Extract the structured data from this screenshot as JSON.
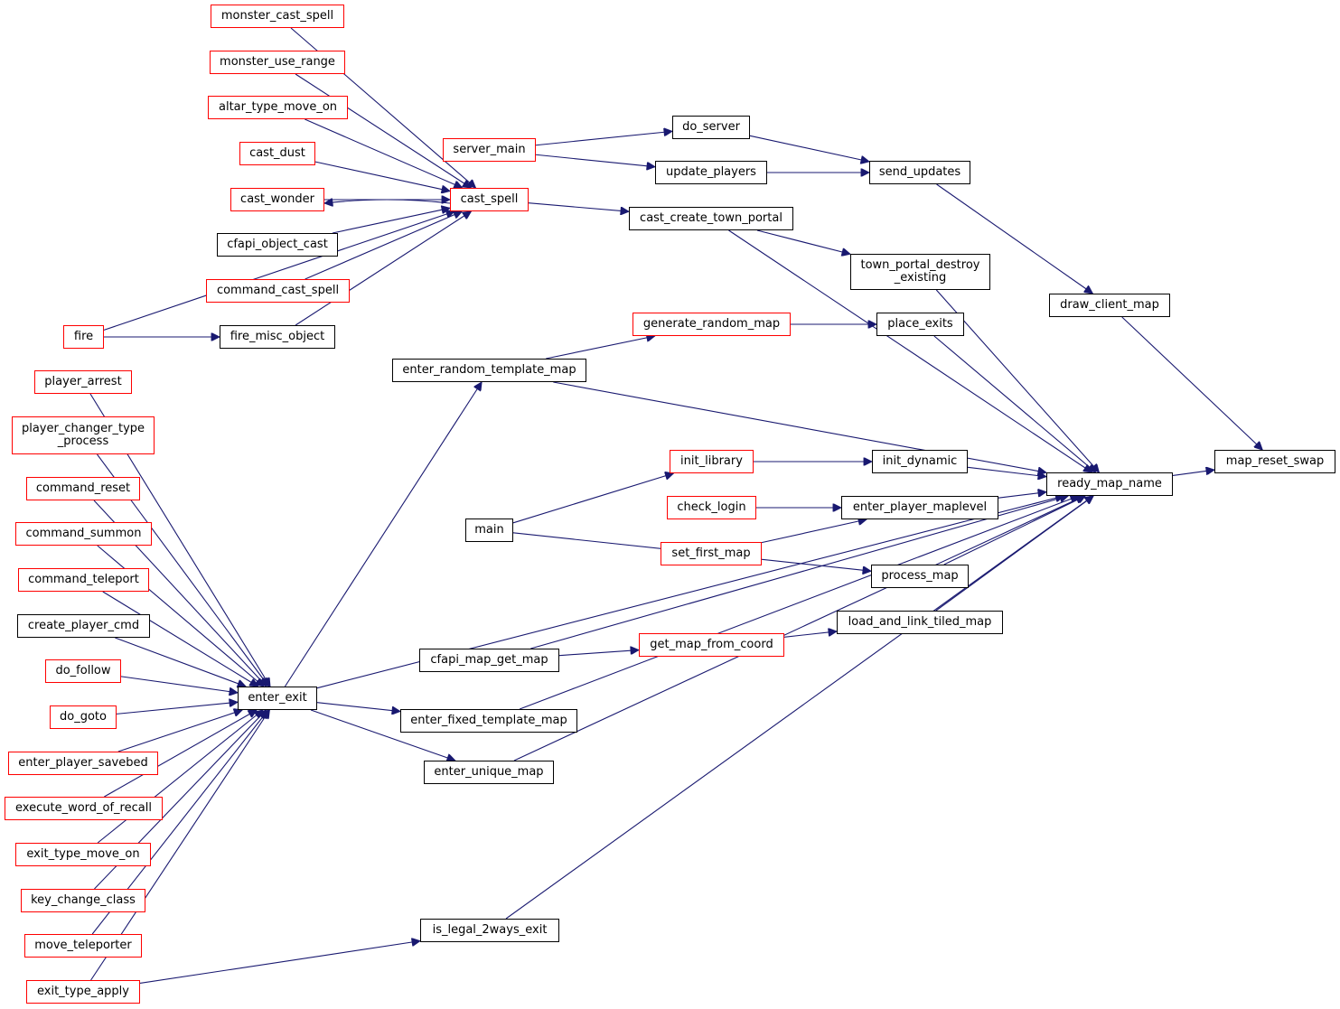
{
  "colors": {
    "edge": "#191970",
    "node_border": "#000000",
    "truncated_border": "#ff0000",
    "root_fill": "#bfbfbf"
  },
  "nodes": {
    "map_reset_swap": {
      "label": "map_reset_swap",
      "style": "root"
    },
    "ready_map_name": {
      "label": "ready_map_name",
      "style": "black"
    },
    "draw_client_map": {
      "label": "draw_client_map",
      "style": "black"
    },
    "send_updates": {
      "label": "send_updates",
      "style": "black"
    },
    "do_server": {
      "label": "do_server",
      "style": "black"
    },
    "update_players": {
      "label": "update_players",
      "style": "black"
    },
    "server_main": {
      "label": "server_main",
      "style": "red"
    },
    "cast_create_town_portal": {
      "label": "cast_create_town_portal",
      "style": "black"
    },
    "cast_spell": {
      "label": "cast_spell",
      "style": "red"
    },
    "town_portal_destroy_existing": {
      "label": "town_portal_destroy\n_existing",
      "style": "black"
    },
    "monster_cast_spell": {
      "label": "monster_cast_spell",
      "style": "red"
    },
    "monster_use_range": {
      "label": "monster_use_range",
      "style": "red"
    },
    "altar_type_move_on": {
      "label": "altar_type_move_on",
      "style": "red"
    },
    "cast_dust": {
      "label": "cast_dust",
      "style": "red"
    },
    "cast_wonder": {
      "label": "cast_wonder",
      "style": "red"
    },
    "cfapi_object_cast": {
      "label": "cfapi_object_cast",
      "style": "black"
    },
    "command_cast_spell": {
      "label": "command_cast_spell",
      "style": "red"
    },
    "fire": {
      "label": "fire",
      "style": "red"
    },
    "fire_misc_object": {
      "label": "fire_misc_object",
      "style": "black"
    },
    "generate_random_map": {
      "label": "generate_random_map",
      "style": "red"
    },
    "place_exits": {
      "label": "place_exits",
      "style": "black"
    },
    "enter_random_template_map": {
      "label": "enter_random_template_map",
      "style": "black"
    },
    "init_library": {
      "label": "init_library",
      "style": "red"
    },
    "init_dynamic": {
      "label": "init_dynamic",
      "style": "black"
    },
    "check_login": {
      "label": "check_login",
      "style": "red"
    },
    "enter_player_maplevel": {
      "label": "enter_player_maplevel",
      "style": "black"
    },
    "main": {
      "label": "main",
      "style": "black"
    },
    "set_first_map": {
      "label": "set_first_map",
      "style": "red"
    },
    "process_map": {
      "label": "process_map",
      "style": "black"
    },
    "load_and_link_tiled_map": {
      "label": "load_and_link_tiled_map",
      "style": "black"
    },
    "get_map_from_coord": {
      "label": "get_map_from_coord",
      "style": "red"
    },
    "cfapi_map_get_map": {
      "label": "cfapi_map_get_map",
      "style": "black"
    },
    "enter_exit": {
      "label": "enter_exit",
      "style": "black"
    },
    "enter_fixed_template_map": {
      "label": "enter_fixed_template_map",
      "style": "black"
    },
    "enter_unique_map": {
      "label": "enter_unique_map",
      "style": "black"
    },
    "is_legal_2ways_exit": {
      "label": "is_legal_2ways_exit",
      "style": "black"
    },
    "player_arrest": {
      "label": "player_arrest",
      "style": "red"
    },
    "player_changer_type_process": {
      "label": "player_changer_type\n_process",
      "style": "red"
    },
    "command_reset": {
      "label": "command_reset",
      "style": "red"
    },
    "command_summon": {
      "label": "command_summon",
      "style": "red"
    },
    "command_teleport": {
      "label": "command_teleport",
      "style": "red"
    },
    "create_player_cmd": {
      "label": "create_player_cmd",
      "style": "black"
    },
    "do_follow": {
      "label": "do_follow",
      "style": "red"
    },
    "do_goto": {
      "label": "do_goto",
      "style": "red"
    },
    "enter_player_savebed": {
      "label": "enter_player_savebed",
      "style": "red"
    },
    "execute_word_of_recall": {
      "label": "execute_word_of_recall",
      "style": "red"
    },
    "exit_type_move_on": {
      "label": "exit_type_move_on",
      "style": "red"
    },
    "key_change_class": {
      "label": "key_change_class",
      "style": "red"
    },
    "move_teleporter": {
      "label": "move_teleporter",
      "style": "red"
    },
    "exit_type_apply": {
      "label": "exit_type_apply",
      "style": "red"
    }
  },
  "edges": [
    [
      "ready_map_name",
      "map_reset_swap"
    ],
    [
      "draw_client_map",
      "map_reset_swap"
    ],
    [
      "send_updates",
      "draw_client_map"
    ],
    [
      "do_server",
      "send_updates"
    ],
    [
      "update_players",
      "send_updates"
    ],
    [
      "server_main",
      "do_server"
    ],
    [
      "server_main",
      "update_players"
    ],
    [
      "cast_create_town_portal",
      "ready_map_name"
    ],
    [
      "cast_spell",
      "cast_create_town_portal"
    ],
    [
      "cast_create_town_portal",
      "town_portal_destroy_existing"
    ],
    [
      "town_portal_destroy_existing",
      "ready_map_name"
    ],
    [
      "monster_cast_spell",
      "cast_spell"
    ],
    [
      "monster_use_range",
      "cast_spell"
    ],
    [
      "altar_type_move_on",
      "cast_spell"
    ],
    [
      "cast_dust",
      "cast_spell"
    ],
    [
      "cast_wonder",
      "cast_spell"
    ],
    [
      "cast_spell",
      "cast_wonder"
    ],
    [
      "cfapi_object_cast",
      "cast_spell"
    ],
    [
      "command_cast_spell",
      "cast_spell"
    ],
    [
      "fire_misc_object",
      "cast_spell"
    ],
    [
      "fire",
      "fire_misc_object"
    ],
    [
      "fire",
      "cast_spell"
    ],
    [
      "generate_random_map",
      "place_exits"
    ],
    [
      "place_exits",
      "ready_map_name"
    ],
    [
      "enter_random_template_map",
      "generate_random_map"
    ],
    [
      "enter_random_template_map",
      "ready_map_name"
    ],
    [
      "enter_exit",
      "enter_random_template_map"
    ],
    [
      "enter_exit",
      "ready_map_name"
    ],
    [
      "init_library",
      "init_dynamic"
    ],
    [
      "init_dynamic",
      "ready_map_name"
    ],
    [
      "main",
      "init_library"
    ],
    [
      "main",
      "process_map"
    ],
    [
      "check_login",
      "enter_player_maplevel"
    ],
    [
      "set_first_map",
      "enter_player_maplevel"
    ],
    [
      "enter_player_maplevel",
      "ready_map_name"
    ],
    [
      "process_map",
      "ready_map_name"
    ],
    [
      "load_and_link_tiled_map",
      "ready_map_name"
    ],
    [
      "get_map_from_coord",
      "load_and_link_tiled_map"
    ],
    [
      "cfapi_map_get_map",
      "get_map_from_coord"
    ],
    [
      "cfapi_map_get_map",
      "ready_map_name"
    ],
    [
      "enter_exit",
      "enter_fixed_template_map"
    ],
    [
      "enter_fixed_template_map",
      "ready_map_name"
    ],
    [
      "enter_exit",
      "enter_unique_map"
    ],
    [
      "enter_unique_map",
      "ready_map_name"
    ],
    [
      "is_legal_2ways_exit",
      "ready_map_name"
    ],
    [
      "exit_type_apply",
      "is_legal_2ways_exit"
    ],
    [
      "player_arrest",
      "enter_exit"
    ],
    [
      "player_changer_type_process",
      "enter_exit"
    ],
    [
      "command_reset",
      "enter_exit"
    ],
    [
      "command_summon",
      "enter_exit"
    ],
    [
      "command_teleport",
      "enter_exit"
    ],
    [
      "create_player_cmd",
      "enter_exit"
    ],
    [
      "do_follow",
      "enter_exit"
    ],
    [
      "do_goto",
      "enter_exit"
    ],
    [
      "enter_player_savebed",
      "enter_exit"
    ],
    [
      "execute_word_of_recall",
      "enter_exit"
    ],
    [
      "exit_type_move_on",
      "enter_exit"
    ],
    [
      "key_change_class",
      "enter_exit"
    ],
    [
      "move_teleporter",
      "enter_exit"
    ],
    [
      "exit_type_apply",
      "enter_exit"
    ]
  ]
}
